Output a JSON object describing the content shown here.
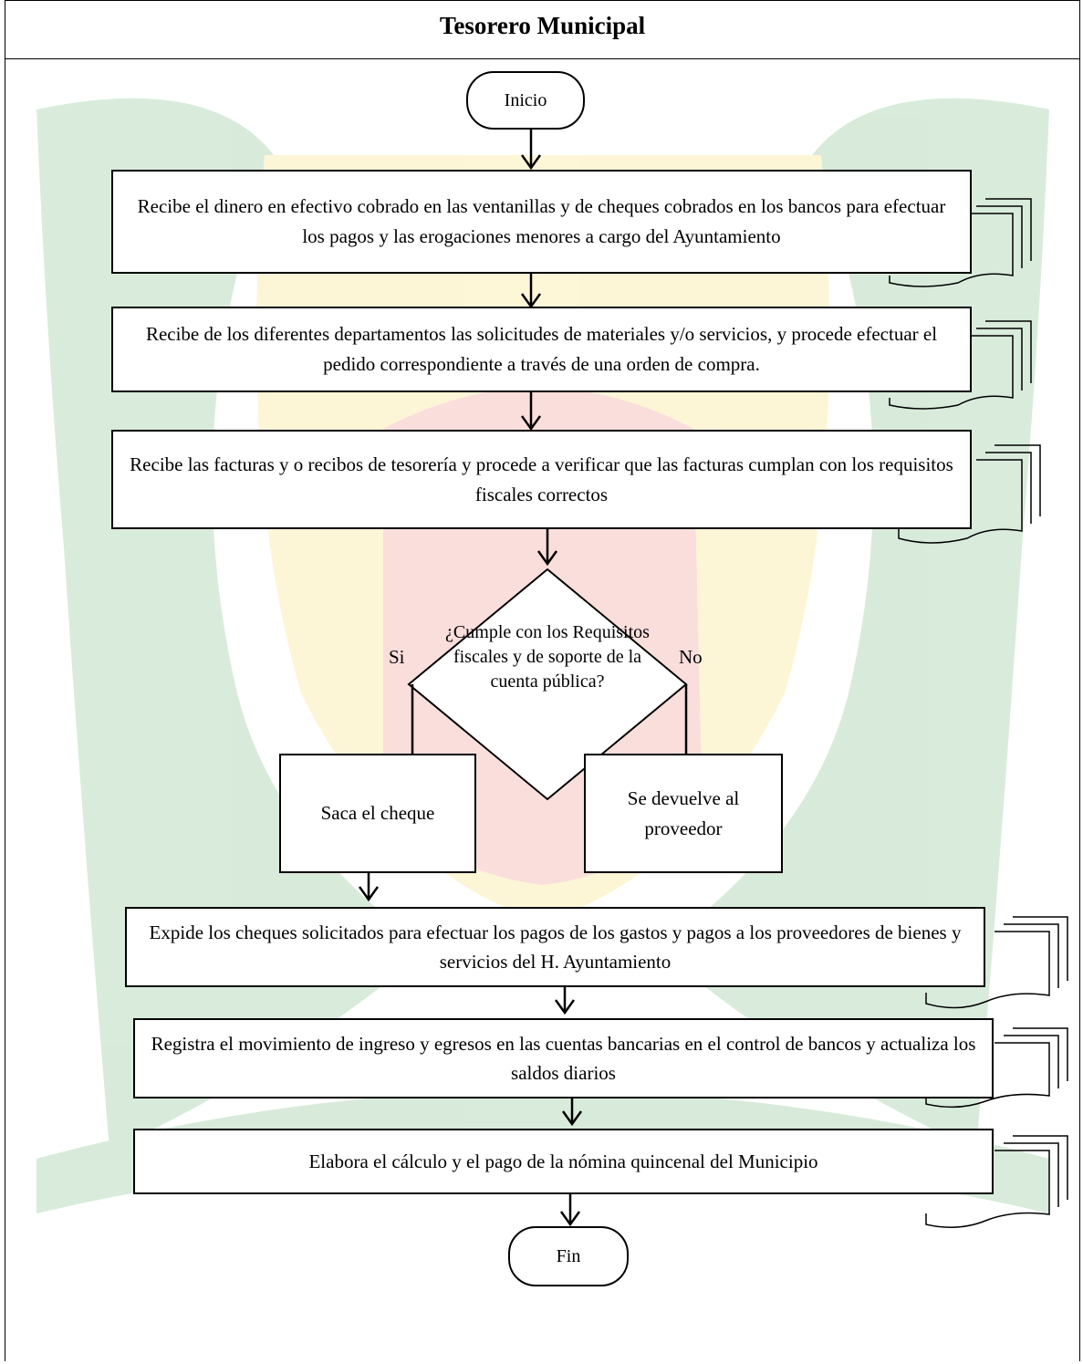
{
  "title": "Tesorero Municipal",
  "nodes": {
    "start": "Inicio",
    "step1": "Recibe el dinero en efectivo cobrado en las ventanillas y de cheques cobrados en los bancos para efectuar los pagos y las erogaciones menores a cargo del Ayuntamiento",
    "step2": "Recibe de los diferentes departamentos las solicitudes de materiales y/o servicios, y procede efectuar el pedido correspondiente a través de una orden de compra.",
    "step3": "Recibe las facturas y o recibos de tesorería y procede a verificar que las facturas cumplan con los requisitos fiscales correctos",
    "decision": "¿Cumple con los Requisitos fiscales y de soporte de la cuenta pública?",
    "yes_label": "Si",
    "no_label": "No",
    "yes_action": "Saca el cheque",
    "no_action": "Se devuelve al proveedor",
    "step4": "Expide los cheques solicitados para efectuar los pagos de los gastos y pagos a los proveedores de bienes y servicios del H. Ayuntamiento",
    "step5": "Registra el movimiento de ingreso y egresos en las cuentas bancarias en el control de bancos y actualiza los saldos diarios",
    "step6": "Elabora el cálculo y el pago de la nómina quincenal del Municipio",
    "end": "Fin"
  },
  "colors": {
    "watermark_green": "#b9dcbf",
    "watermark_yellow": "#fbf0b8",
    "watermark_red": "#f6c4c0",
    "line": "#000000",
    "box_fill": "#ffffff"
  }
}
